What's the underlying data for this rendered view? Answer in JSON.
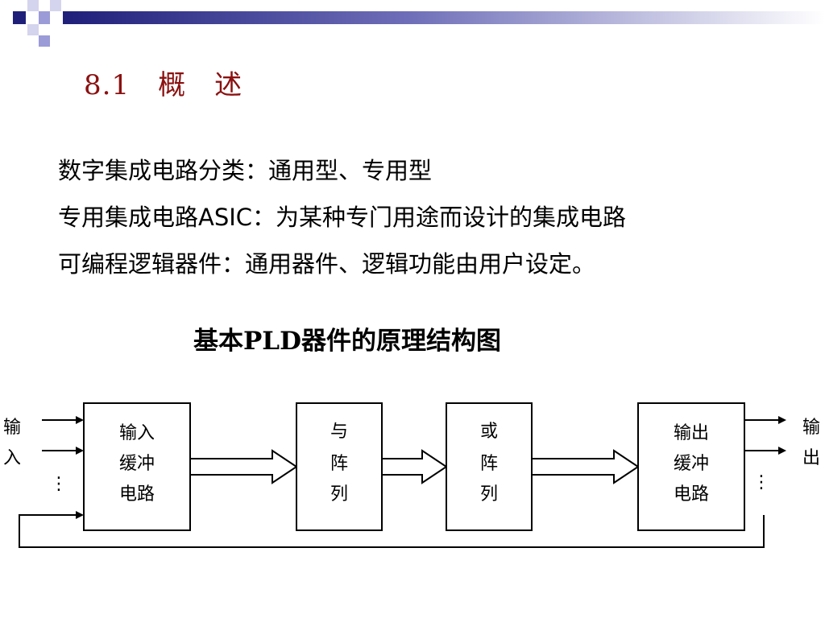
{
  "title": "8.1　概　述",
  "bullets": [
    "数字集成电路分类：通用型、专用型",
    "专用集成电路ASIC：为某种专门用途而设计的集成电路",
    "可编程逻辑器件：通用器件、逻辑功能由用户设定。"
  ],
  "diagram": {
    "title": "基本PLD器件的原理结构图",
    "input_label": [
      "输",
      "入"
    ],
    "output_label": [
      "输",
      "出"
    ],
    "blocks": {
      "input_buffer": [
        "输入",
        "缓冲",
        "电路"
      ],
      "and_array": [
        "与",
        "阵",
        "列"
      ],
      "or_array": [
        "或",
        "阵",
        "列"
      ],
      "output_buffer": [
        "输出",
        "缓冲",
        "电路"
      ]
    },
    "ellipsis": "⋮"
  },
  "colors": {
    "title": "#8b1010",
    "header_navy": "#1f1f7a",
    "header_light": "#9b9bd8"
  }
}
